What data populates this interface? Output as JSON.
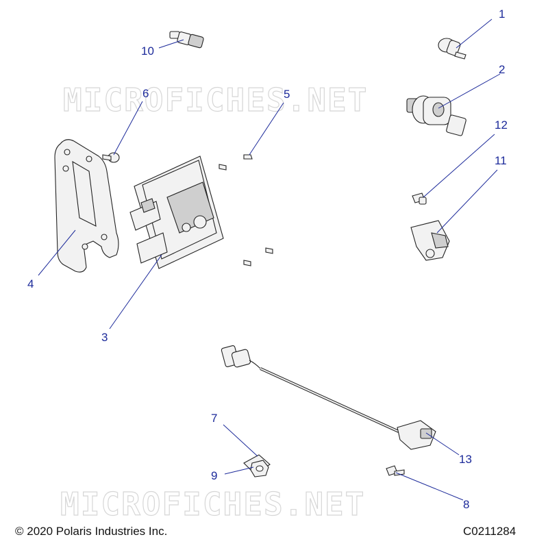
{
  "watermark": "MICROFICHES.NET",
  "footer": {
    "copyright": "© 2020 Polaris Industries Inc.",
    "drawing_code": "C0211284"
  },
  "callouts": [
    "1",
    "2",
    "3",
    "4",
    "5",
    "6",
    "7",
    "8",
    "9",
    "10",
    "11",
    "12",
    "13"
  ],
  "colors": {
    "callout": "#1c2a9a",
    "line": "#222222",
    "watermark": "#d6d6d6"
  }
}
